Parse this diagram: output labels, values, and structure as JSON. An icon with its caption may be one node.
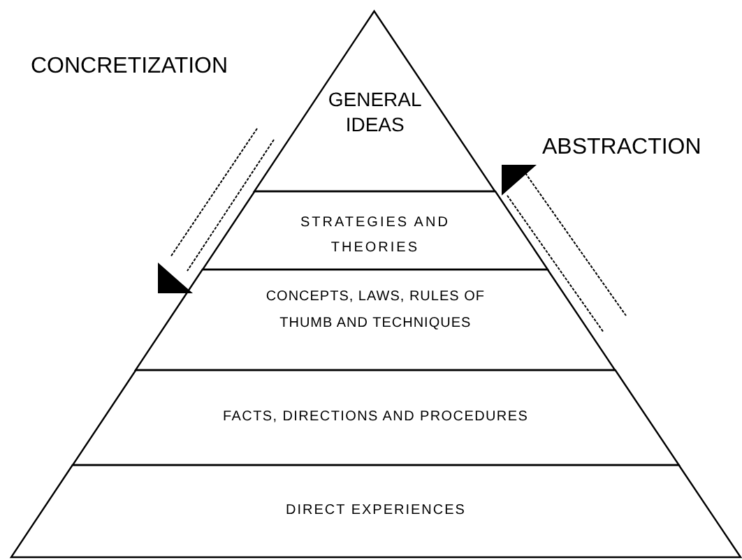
{
  "diagram": {
    "nodes": [
      {
        "text": [
          "GENERAL IDEAS"
        ]
      },
      {
        "text": [
          "STRATEGIES AND THEORIES"
        ]
      },
      {
        "text": [
          "CONCEPTS, LAWS, RULES OF THUMB AND TECHNIQUES"
        ]
      },
      {
        "text": [
          "FACTS, DIRECTIONS AND PROCEDURES"
        ]
      },
      {
        "text": [
          "DIRECT EXPERIENCES"
        ]
      }
    ],
    "edges": [],
    "labels": [
      "CONCRETIZATION",
      "ABSTRACTION"
    ]
  }
}
